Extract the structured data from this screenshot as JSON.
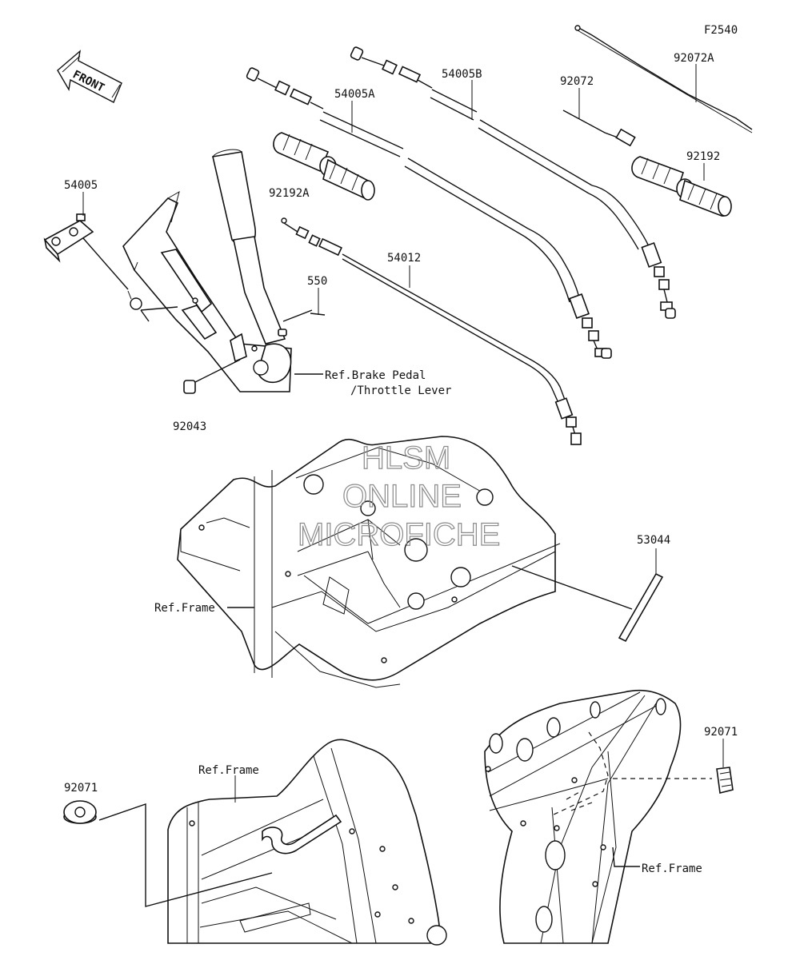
{
  "figure_code": "F2540",
  "front_arrow": {
    "label": "FRONT"
  },
  "watermark": {
    "lines": [
      "HLSM",
      "ONLINE",
      "MICROFICHE"
    ]
  },
  "part_labels": {
    "p54005": "54005",
    "p54005A": "54005A",
    "p54005B": "54005B",
    "p92072": "92072",
    "p92072A": "92072A",
    "p92192": "92192",
    "p92192A": "92192A",
    "p54012": "54012",
    "p550": "550",
    "p92043": "92043",
    "p53044": "53044",
    "p92071_left": "92071",
    "p92071_right": "92071"
  },
  "ref_labels": {
    "brake_line1": "Ref.Brake Pedal",
    "brake_line2": "/Throttle Lever",
    "frame_mid": "Ref.Frame",
    "frame_bottom_left": "Ref.Frame",
    "frame_bottom_right": "Ref.Frame"
  },
  "colors": {
    "line": "#111111",
    "watermark": "#8a8a8a",
    "background": "#ffffff"
  }
}
